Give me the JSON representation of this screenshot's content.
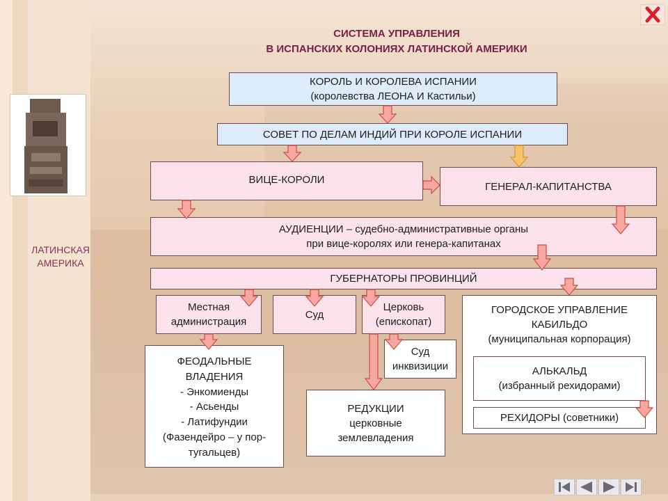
{
  "title": {
    "line1": "СИСТЕМА УПРАВЛЕНИЯ",
    "line2": "В ИСПАНСКИХ КОЛОНИЯХ ЛАТИНСКОЙ АМЕРИКИ"
  },
  "side": {
    "line1": "ЛАТИНСКАЯ",
    "line2": "АМЕРИКА"
  },
  "nodes": {
    "king": {
      "line1": "КОРОЛЬ И КОРОЛЕВА ИСПАНИИ",
      "line2": "(королевства ЛЕОНА И Кастильи)"
    },
    "council": "СОВЕТ ПО ДЕЛАМ ИНДИЙ ПРИ КОРОЛЕ ИСПАНИИ",
    "viceroys": "ВИЦЕ-КОРОЛИ",
    "captaincies": "ГЕНЕРАЛ-КАПИТАНСТВА",
    "audiencias": {
      "line1": "АУДИЕНЦИИ – судебно-административные органы",
      "line2": "при вице-королях или генера-капитанах"
    },
    "governors": "ГУБЕРНАТОРЫ ПРОВИНЦИЙ",
    "local_admin": {
      "line1": "Местная",
      "line2": "администрация"
    },
    "court": "Суд",
    "church": {
      "line1": "Церковь",
      "line2": "(епископат)"
    },
    "inquisition": {
      "line1": "Суд",
      "line2": "инквизиции"
    },
    "city": {
      "line1": "ГОРОДСКОЕ УПРАВЛЕНИЕ",
      "line2": "КАБИЛЬДО",
      "line3": "(муниципальная корпорация)"
    },
    "alcalde": {
      "line1": "АЛЬКАЛЬД",
      "line2": "(избранный рехидорами)"
    },
    "regidors": "РЕХИДОРЫ (советники)",
    "feudal": {
      "line1": "ФЕОДАЛЬНЫЕ",
      "line2": "ВЛАДЕНИЯ",
      "items": [
        "Энкомиенды",
        "Асьенды",
        "Латифундии"
      ],
      "note1": "(Фазендейро – у пор-",
      "note2": "тугальцев)"
    },
    "reductions": {
      "line1": "РЕДУКЦИИ",
      "line2": "церковные",
      "line3": "землевладения"
    }
  },
  "colors": {
    "title": "#7a1d48",
    "pink_box": "#fce2ec",
    "blue_box": "#dcecfb",
    "arrow_fill": "#f6a8a0",
    "arrow_stroke": "#d24a44",
    "arrow_yellow": "#f5c36a"
  },
  "icons": {
    "close": "close-icon",
    "nav": [
      "first-slide-icon",
      "prev-slide-icon",
      "next-slide-icon",
      "last-slide-icon"
    ]
  }
}
